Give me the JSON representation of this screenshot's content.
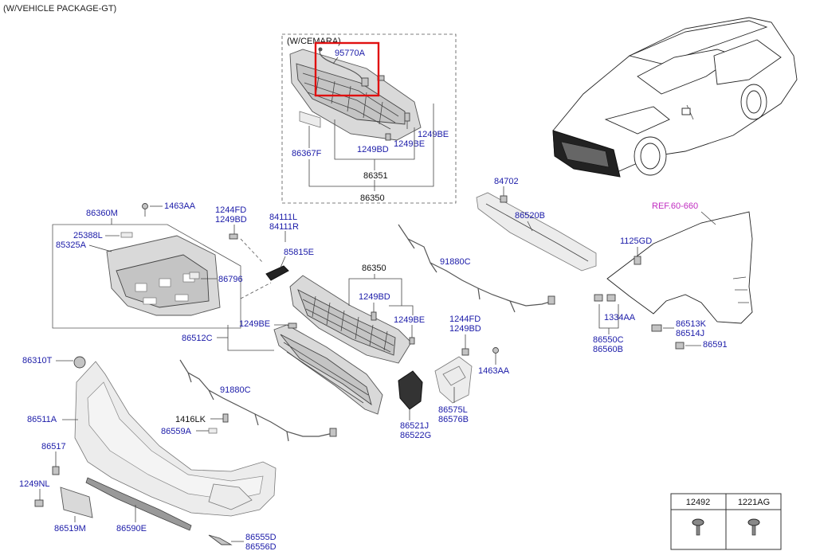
{
  "diagram": {
    "header": "(W/VEHICLE PACKAGE-GT)",
    "inset_label": "(W/CEMARA)",
    "reference": "REF.60-660",
    "labels": {
      "p95770A": "95770A",
      "p86367F": "86367F",
      "p1249BD_top": "1249BD",
      "p1249BE_top_a": "1249BE",
      "p1249BE_top_b": "1249BE",
      "p86351": "86351",
      "p86350_top": "86350",
      "p86360M": "86360M",
      "p1463AA_left": "1463AA",
      "p1244FD_left": "1244FD",
      "p1249BD_left": "1249BD",
      "p25388L": "25388L",
      "p85325A": "85325A",
      "p86796": "86796",
      "p84111L": "84111L",
      "p84111R": "84111R",
      "p85815E": "85815E",
      "p86350_mid": "86350",
      "p1249BD_mid": "1249BD",
      "p1249BE_mid": "1249BE",
      "p1249BE_mid_left": "1249BE",
      "p86512C": "86512C",
      "p84702": "84702",
      "p86520B": "86520B",
      "p91880C_upper": "91880C",
      "p1125GD": "1125GD",
      "p1334AA": "1334AA",
      "p86550C": "86550C",
      "p86560B": "86560B",
      "p86513K": "86513K",
      "p86514J": "86514J",
      "p86591": "86591",
      "p1244FD_right": "1244FD",
      "p1249BD_right": "1249BD",
      "p1463AA_right": "1463AA",
      "p86575L": "86575L",
      "p86576B": "86576B",
      "p86521J": "86521J",
      "p86522G": "86522G",
      "p86310T": "86310T",
      "p86511A": "86511A",
      "p91880C_lower": "91880C",
      "p1416LK": "1416LK",
      "p86559A": "86559A",
      "p86517": "86517",
      "p1249NL": "1249NL",
      "p86519M": "86519M",
      "p86590E": "86590E",
      "p86555D": "86555D",
      "p86556D": "86556D"
    },
    "fastener_table": {
      "col1": "12492",
      "col2": "1221AG"
    }
  }
}
